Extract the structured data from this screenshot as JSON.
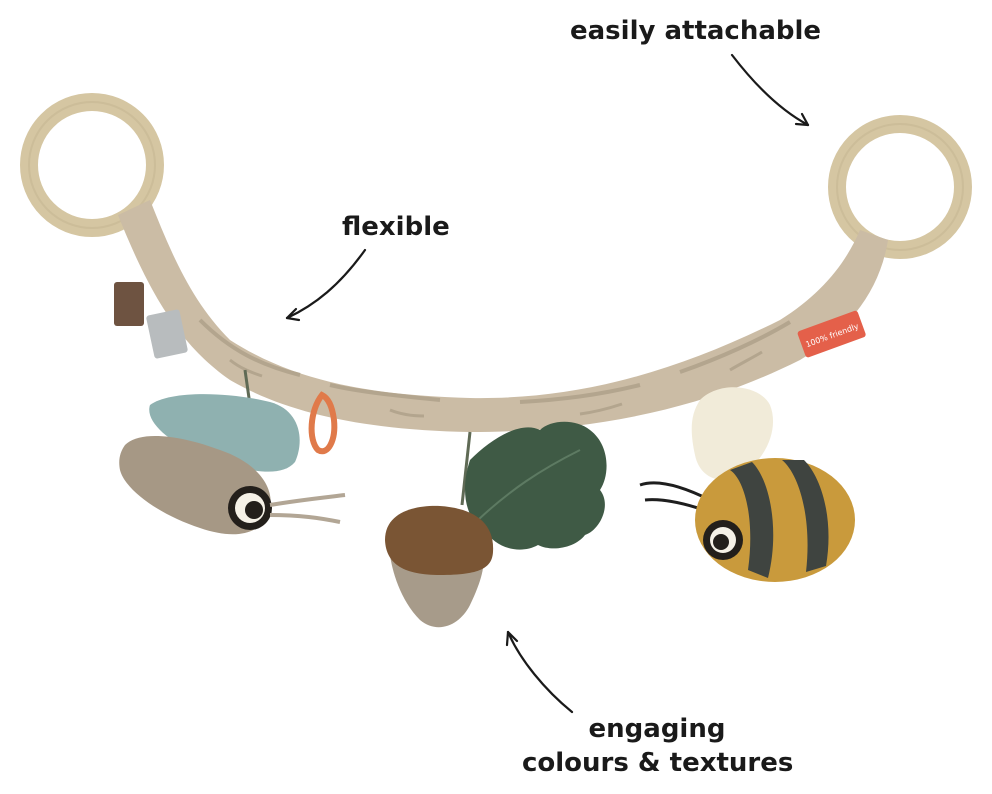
{
  "annotations": {
    "attachable": "easily attachable",
    "flexible": "flexible",
    "engaging_line1": "engaging",
    "engaging_line2": "colours & textures"
  },
  "product_tag": {
    "text": "100% friendly",
    "color": "#e4604a"
  },
  "colors": {
    "ring": "#d5c6a2",
    "strap": "#cbbca5",
    "snail_shell": "#8fb1b0",
    "snail_body": "#a69885",
    "acorn_cap": "#7a5534",
    "leaf": "#3f5a45",
    "bee_body": "#c99a3c",
    "bee_stripes": "#3f4440",
    "bee_wing": "#f1ebd9"
  }
}
